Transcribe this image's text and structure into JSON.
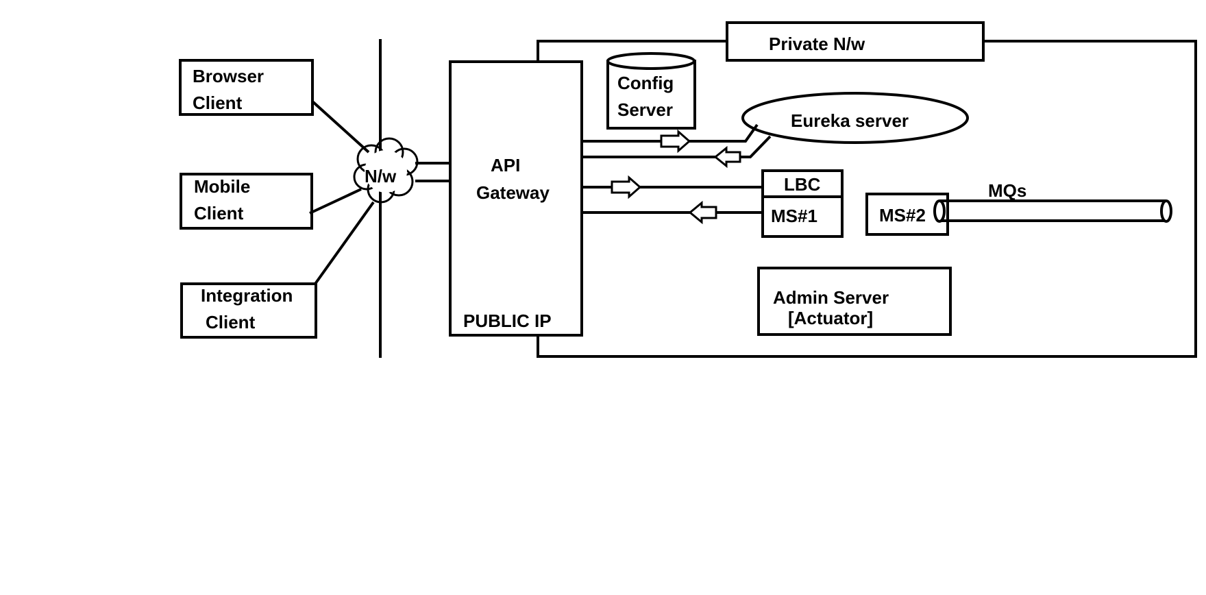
{
  "clients": {
    "browser": [
      "Browser",
      "Client"
    ],
    "mobile": [
      "Mobile",
      "Client"
    ],
    "integration": [
      "Integration",
      "Client"
    ]
  },
  "network": {
    "cloud_label": "N/w"
  },
  "gateway": {
    "line1": "API",
    "line2": "Gateway",
    "public_ip": "PUBLIC IP"
  },
  "private_network": {
    "label": "Private N/w"
  },
  "config_server": [
    "Config",
    "Server"
  ],
  "eureka_server": {
    "label": "Eureka server"
  },
  "lbc": {
    "label": "LBC"
  },
  "ms1": {
    "label": "MS#1"
  },
  "ms2": {
    "label": "MS#2"
  },
  "mqs": {
    "label": "MQs"
  },
  "admin_server": {
    "line1": "Admin Server",
    "line2": "[Actuator]"
  }
}
